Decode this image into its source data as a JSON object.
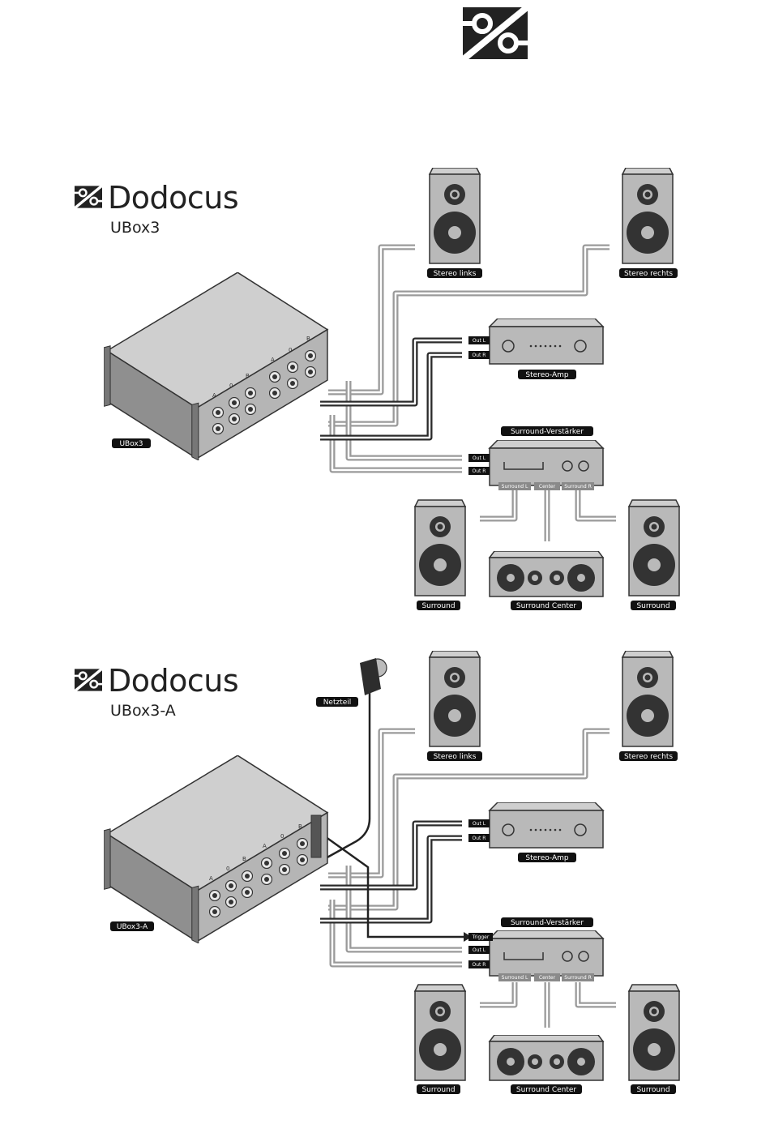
{
  "top_logo": {
    "name": "dodocus-symbol-icon"
  },
  "diagrams": [
    {
      "brand": "Dodocus",
      "model": "UBox3",
      "box_tag": "UBox3",
      "stereo_left": "Stereo links",
      "stereo_right": "Stereo rechts",
      "stereo_amp": "Stereo-Amp",
      "out_l": "Out L",
      "out_r": "Out R",
      "surround_receiver": "Surround-Verstärker",
      "surround_l_port": "Surround L",
      "center_port": "Center",
      "surround_r_port": "Surround R",
      "surround_left": "Surround",
      "surround_center": "Surround Center",
      "surround_right": "Surround",
      "panel_letters": [
        "A",
        "0",
        "B",
        "A",
        "0",
        "B"
      ]
    },
    {
      "brand": "Dodocus",
      "model": "UBox3-A",
      "box_tag": "UBox3-A",
      "power_supply": "Netzteil",
      "stereo_left": "Stereo links",
      "stereo_right": "Stereo rechts",
      "stereo_amp": "Stereo-Amp",
      "out_l": "Out L",
      "out_r": "Out R",
      "trigger": "Trigger",
      "surround_receiver": "Surround-Verstärker",
      "surround_l_port": "Surround L",
      "center_port": "Center",
      "surround_r_port": "Surround R",
      "surround_left": "Surround",
      "surround_center": "Surround Center",
      "surround_right": "Surround",
      "panel_letters": [
        "A",
        "0",
        "B",
        "A",
        "0",
        "B"
      ]
    }
  ]
}
